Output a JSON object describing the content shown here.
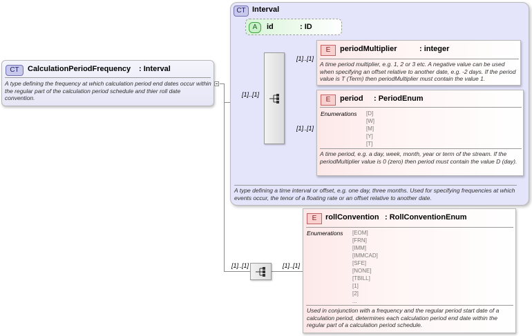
{
  "root": {
    "badge": "CT",
    "name": "CalculationPeriodFrequency",
    "type": ": Interval",
    "doc": "A type defining the frequency at which calculation period end dates occur within the regular part of the calculation period schedule and thier roll date convention."
  },
  "interval": {
    "badge": "CT",
    "name": "Interval",
    "attribute": {
      "badge": "A",
      "name": "id",
      "type": ": ID"
    },
    "doc": "A type defining a time interval or offset, e.g. one day, three months. Used for specifying frequencies at which events occur, the tenor of a floating rate or an offset relative to another date.",
    "seq_card": "[1]..[1]",
    "elements": [
      {
        "badge": "E",
        "name": "periodMultiplier",
        "type": ": integer",
        "card": "[1]..[1]",
        "doc": "A time period multiplier, e.g. 1, 2 or 3 etc. A negative value can be used when specifying an offset relative to another date, e.g. -2 days. If the period value is T (Term) then periodMultiplier must contain the value 1."
      },
      {
        "badge": "E",
        "name": "period",
        "type": ": PeriodEnum",
        "card": "[1]..[1]",
        "enum_label": "Enumerations",
        "enums": [
          "[D]",
          "[W]",
          "[M]",
          "[Y]",
          "[T]"
        ],
        "doc": "A time period, e.g. a day, week, month, year or term of the stream. If the periodMultiplier value is 0 (zero) then period must contain the value D (day)."
      }
    ]
  },
  "roll": {
    "seq_card": "[1]..[1]",
    "card": "[1]..[1]",
    "badge": "E",
    "name": "rollConvention",
    "type": ": RollConventionEnum",
    "enum_label": "Enumerations",
    "enums": [
      "[EOM]",
      "[FRN]",
      "[IMM]",
      "[IMMCAD]",
      "[SFE]",
      "[NONE]",
      "[TBILL]",
      "[1]",
      "[2]",
      "..."
    ],
    "doc": "Used in conjunction with a frequency and the regular period start date of a calculation period, determines each calculation period end date within the regular part of a calculation period schedule."
  },
  "colors": {
    "complex_type": "#e4e4fa",
    "element": "#fde8e8",
    "attribute": "#c8f0c8"
  }
}
